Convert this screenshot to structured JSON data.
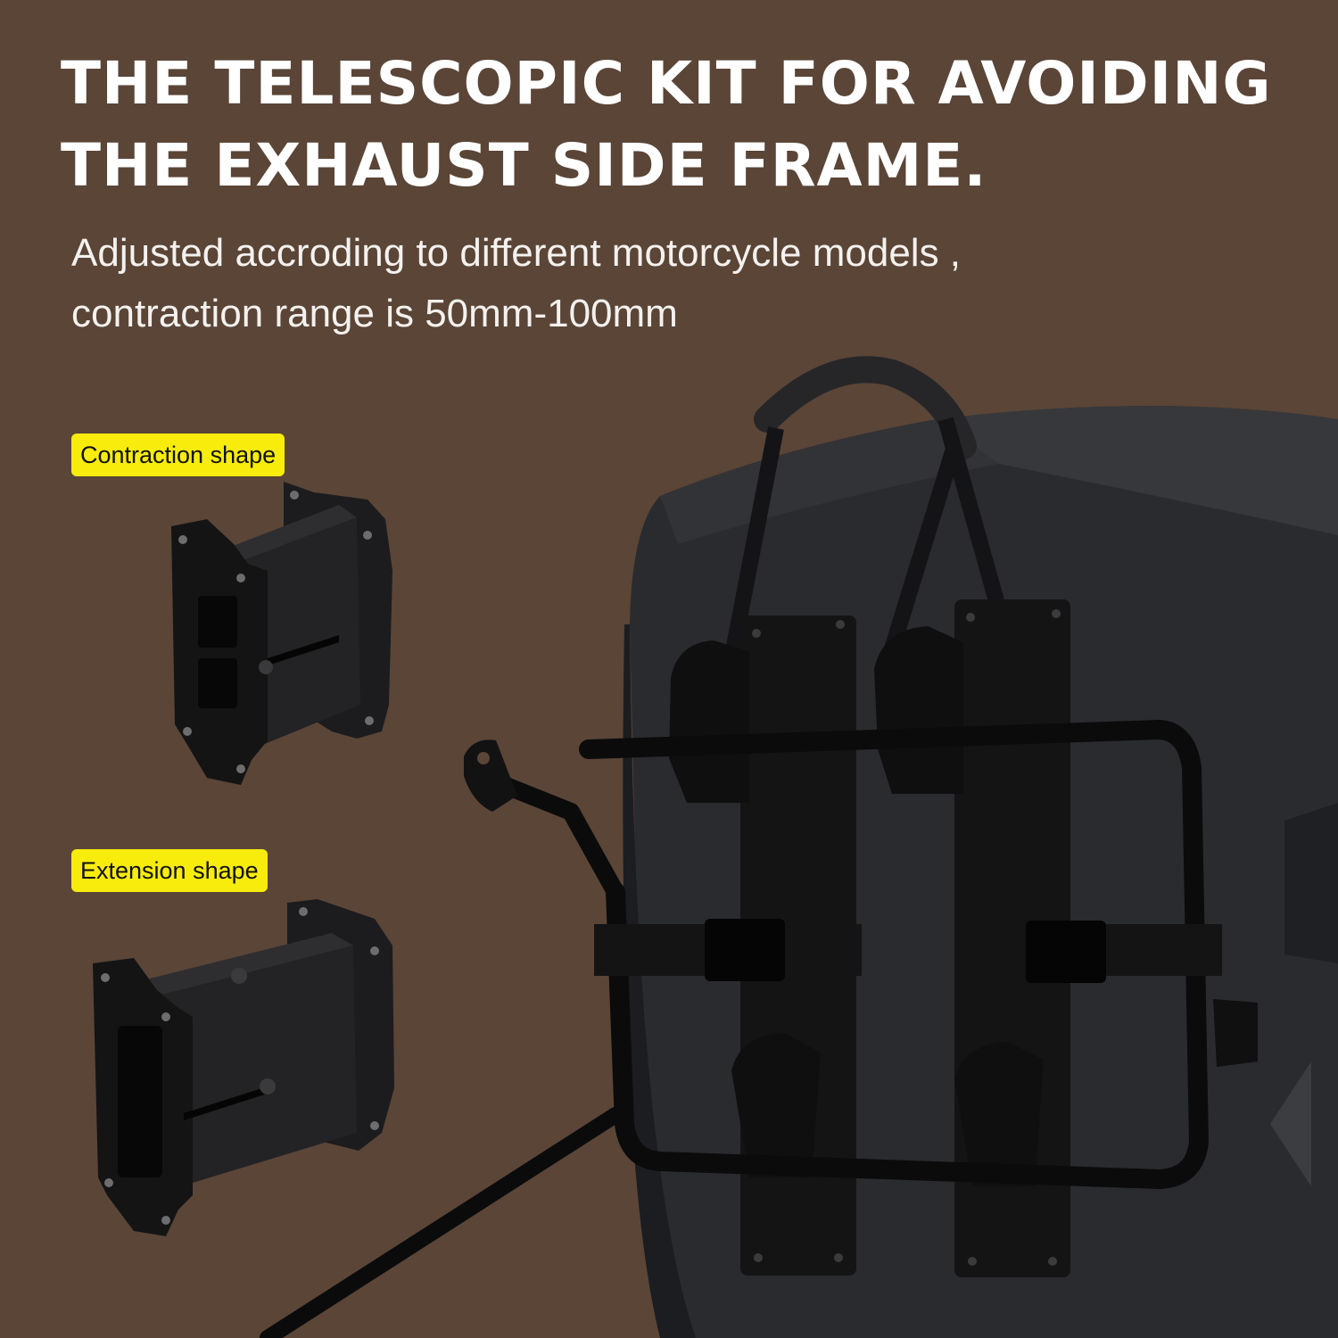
{
  "headline": {
    "line1": "THE TELESCOPIC KIT FOR AVOIDING",
    "line2": "THE EXHAUST SIDE FRAME."
  },
  "subtitle": {
    "line1": "Adjusted accroding to different motorcycle models ,",
    "line2": " contraction range is 50mm-100mm"
  },
  "labels": {
    "contraction": "Contraction shape",
    "extension": "Extension shape"
  },
  "colors": {
    "background": "#5a4537",
    "label_background": "#f7ec0c",
    "headline": "#ffffff"
  }
}
